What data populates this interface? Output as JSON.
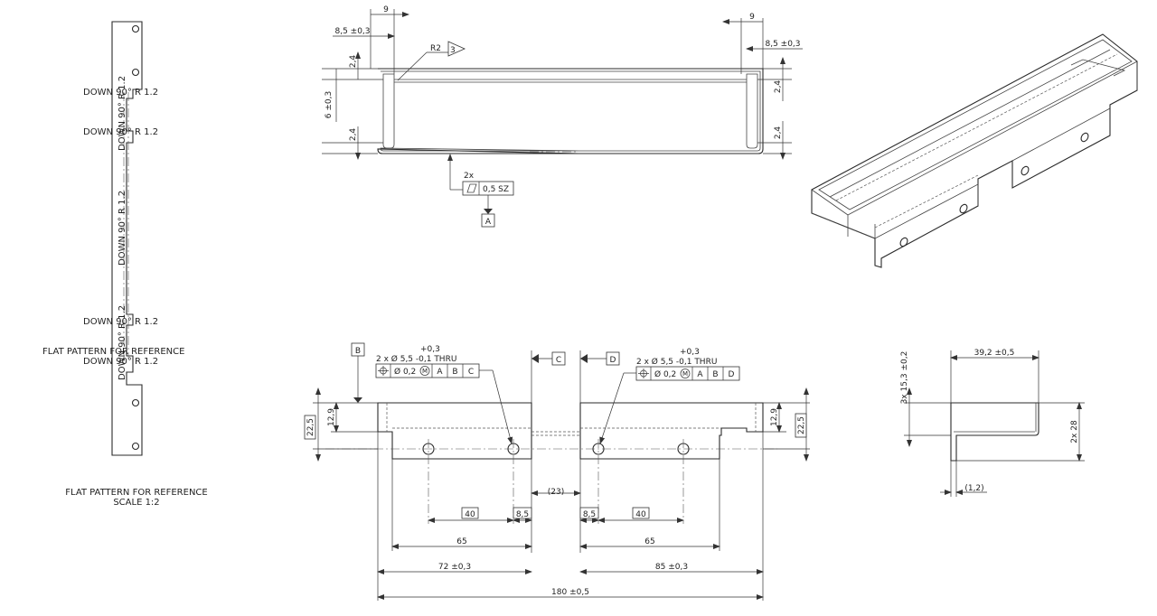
{
  "drawing": {
    "flat_pattern": {
      "bend_notes": [
        {
          "label": "DOWN 90° R 1.2"
        },
        {
          "label": "DOWN 90° R 1.2"
        },
        {
          "label": "DOWN 90° R 1.2"
        },
        {
          "label": "DOWN 90° R 1.2"
        },
        {
          "label": "DOWN 90° R 1.2"
        },
        {
          "label": "DOWN 90° R 1.2"
        },
        {
          "label": "DOWN 90° R 1.2"
        }
      ],
      "overlap_label": "FLAT PATTERN FOR REFERENCE",
      "caption": "FLAT PATTERN FOR REFERENCE",
      "scale": "SCALE 1:2"
    },
    "top_view": {
      "dim_9_left": "9",
      "dim_9_right": "9",
      "dim_85_left": "8,5 ±0,3",
      "dim_85_right": "8,5 ±0,3",
      "radius": "R2",
      "weld_symbol": "3",
      "dim_24_a": "2,4",
      "dim_24_b": "2,4",
      "dim_24_c": "2,4",
      "dim_24_d": "2,4",
      "dim_6": "6 ±0,3",
      "flatness_count": "2x",
      "flatness_value": "0,5 SZ",
      "datum_a": "A"
    },
    "front_view": {
      "datum_b": "B",
      "datum_c": "C",
      "datum_d": "D",
      "hole_left": {
        "tol_upper": "+0,3",
        "callout": "2 x Ø 5,5 -0,1 THRU",
        "fcf_tol": "Ø 0,2",
        "fcf_m": "M",
        "fcf_data": [
          "A",
          "B",
          "C"
        ]
      },
      "hole_right": {
        "tol_upper": "+0,3",
        "callout": "2 x Ø 5,5 -0,1 THRU",
        "fcf_tol": "Ø 0,2",
        "fcf_m": "M",
        "fcf_data": [
          "A",
          "B",
          "D"
        ]
      },
      "dim_225_left": "22,5",
      "dim_129_left": "12,9",
      "dim_129_right": "12,9",
      "dim_225_right": "22,5",
      "dim_23": "(23)",
      "dim_40_left": "40",
      "dim_85_left": "8,5",
      "dim_85_right": "8,5",
      "dim_40_right": "40",
      "dim_65_left": "65",
      "dim_65_right": "65",
      "dim_72": "72 ±0,3",
      "dim_85_total": "85 ±0,3",
      "dim_180": "180 ±0,5"
    },
    "side_view": {
      "dim_392": "39,2 ±0,5",
      "dim_153": "3x 15,3 ±0,2",
      "dim_28": "2x 28",
      "dim_12": "(1,2)"
    }
  }
}
